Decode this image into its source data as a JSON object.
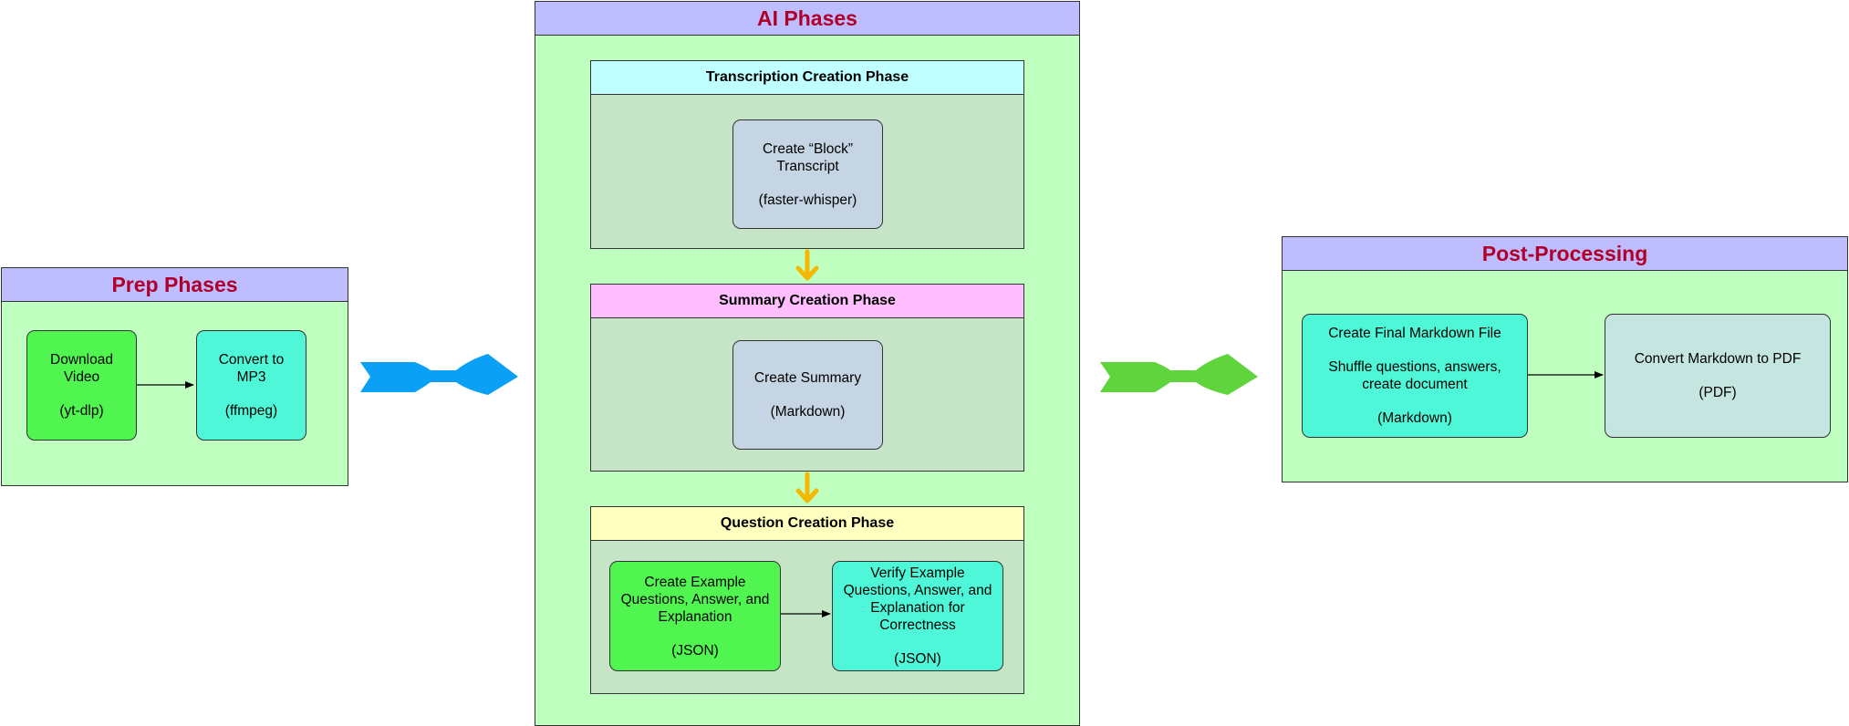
{
  "prep": {
    "title": "Prep Phases",
    "download": {
      "line1": "Download",
      "line2": "Video",
      "tool": "(yt-dlp)"
    },
    "convert": {
      "line1": "Convert to",
      "line2": "MP3",
      "tool": "(ffmpeg)"
    }
  },
  "ai": {
    "title": "AI Phases",
    "transcription": {
      "title": "Transcription Creation Phase",
      "node": {
        "line1": "Create “Block”",
        "line2": "Transcript",
        "tool": "(faster-whisper)"
      }
    },
    "summary": {
      "title": "Summary Creation Phase",
      "node": {
        "line1": "Create Summary",
        "tool": "(Markdown)"
      }
    },
    "question": {
      "title": "Question Creation Phase",
      "create": {
        "line1": "Create Example",
        "line2": "Questions, Answer, and",
        "line3": "Explanation",
        "tool": "(JSON)"
      },
      "verify": {
        "line1": "Verify Example",
        "line2": "Questions, Answer, and",
        "line3": "Explanation for",
        "line4": "Correctness",
        "tool": "(JSON)"
      }
    }
  },
  "post": {
    "title": "Post-Processing",
    "final": {
      "line1": "Create Final Markdown File",
      "line2": "Shuffle questions, answers,",
      "line3": "create document",
      "tool": "(Markdown)"
    },
    "pdf": {
      "line1": "Convert Markdown to PDF",
      "tool": "(PDF)"
    }
  },
  "colors": {
    "panel_fill": "#bfffbf",
    "panel_header": "#bdbdff",
    "title_text": "#b0002a",
    "transcription_header": "#bfffff",
    "summary_header": "#ffbfff",
    "question_header": "#ffffbf",
    "node_green": "#50f550",
    "node_teal": "#4ff7d9",
    "node_blue_gray": "#c5d5e3",
    "big_arrow_blue": "#0aa0f5",
    "big_arrow_green": "#5fd43c",
    "small_arrow_orange": "#f5b800"
  }
}
